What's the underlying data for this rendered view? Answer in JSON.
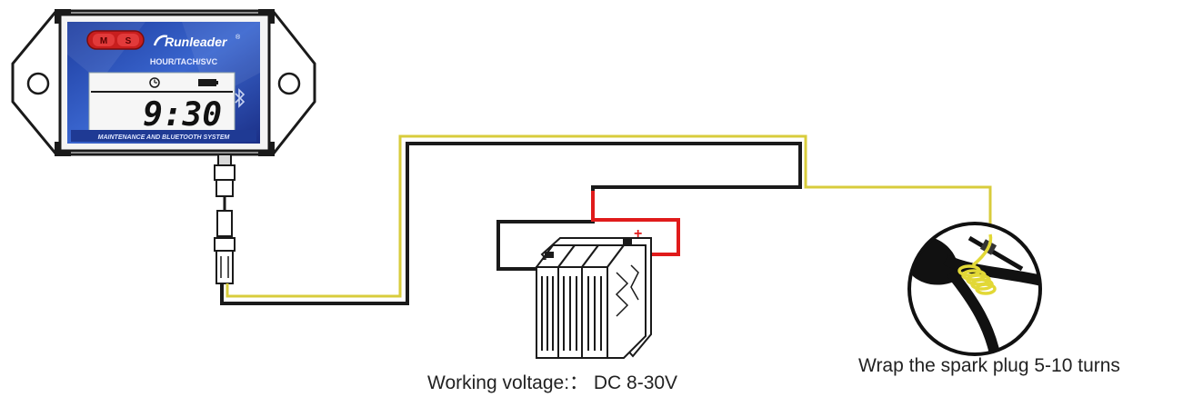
{
  "device": {
    "brand": "Runleader",
    "trademark": "®",
    "mode_buttons": [
      "M",
      "S"
    ],
    "function_label": "HOUR/TACH/SVC",
    "display_value": "9:30",
    "footer_label": "MAINTENANCE AND BLUETOOTH SYSTEM"
  },
  "captions": {
    "battery": "Working voltage:： DC 8-30V",
    "spark_plug": "Wrap the spark plug 5-10 turns"
  },
  "battery": {
    "positive": "+",
    "negative": "-"
  },
  "colors": {
    "black_wire": "#1a1a1a",
    "yellow_wire": "#d8cc3c",
    "red_wire": "#e01b1b",
    "screen_blue": "#2d4fb8",
    "button_red": "#d42a2a"
  }
}
